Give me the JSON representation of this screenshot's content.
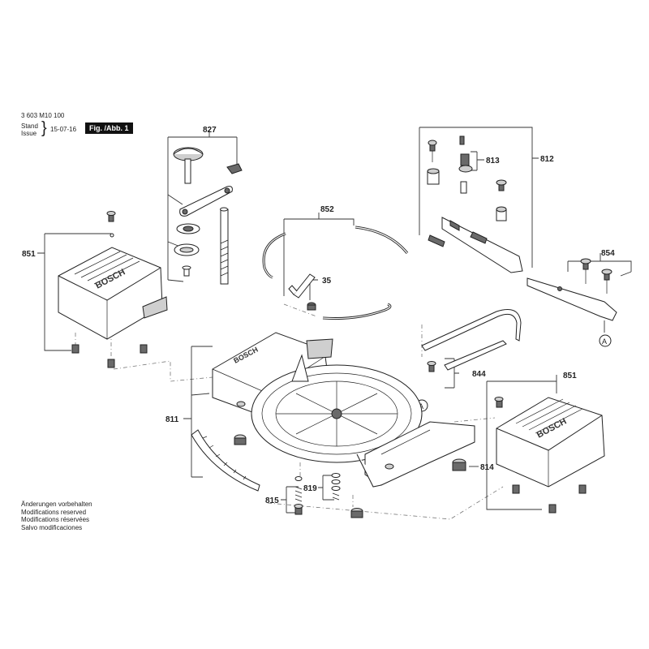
{
  "header": {
    "part_number": "3 603 M10 100",
    "stand_label": "Stand",
    "issue_label": "Issue",
    "date": "15-07-16",
    "figure": "Fig. /Abb. 1"
  },
  "notes": [
    "Änderungen vorbehalten",
    "Modifications reserved",
    "Modifications réservées",
    "Salvo modificaciones"
  ],
  "brand": "BOSCH",
  "callouts": {
    "c827": "827",
    "c852": "852",
    "c813": "813",
    "c812": "812",
    "c851_left": "851",
    "c35": "35",
    "c854": "854",
    "c_a_top": "A",
    "c811": "811",
    "c844": "844",
    "c851_right": "851",
    "c814": "814",
    "c819": "819",
    "c815": "815",
    "c_a_bottom": "A"
  }
}
